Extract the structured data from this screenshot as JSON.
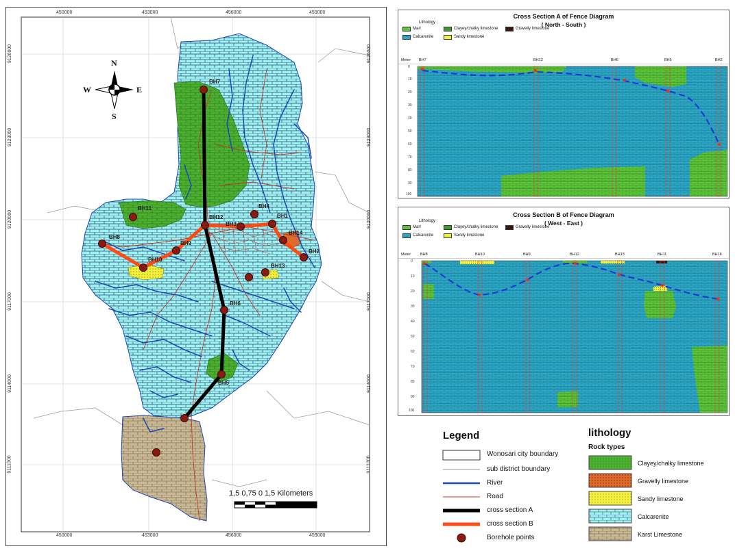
{
  "map": {
    "top_coords": [
      "450000",
      "453000",
      "456000",
      "459000"
    ],
    "bottom_coords": [
      "450000",
      "453000",
      "456000",
      "459000"
    ],
    "left_coords": [
      "9126000",
      "9123000",
      "9120000",
      "9117000",
      "9114000",
      "9111000"
    ],
    "right_coords": [
      "9126000",
      "9123000",
      "9120000",
      "9117000",
      "9114000",
      "9111000"
    ],
    "compass": {
      "n": "N",
      "s": "S",
      "e": "E",
      "w": "W"
    },
    "boreholes": [
      "BH7",
      "BH11",
      "BH12",
      "BH9",
      "BH8",
      "BH10",
      "BH3",
      "BH1",
      "BH4",
      "BH2",
      "BH14",
      "BH13",
      "BH6",
      "BH5"
    ],
    "scale_text": "1,5  0,75    0              1,5 Kilometers"
  },
  "section_a": {
    "title": "Cross Section A of  Fence Diagram",
    "subtitle": "( North - South )",
    "lith_caption": "Lithology :",
    "legend": [
      "Marl",
      "Clayey/chalky limestone",
      "Gravelly limestone",
      "Calcarenite",
      "Sandy limestone"
    ],
    "meter_label": "Meter",
    "boreholes": [
      "BH7",
      "BH12",
      "BH6",
      "BH5",
      "BH2"
    ],
    "depths": [
      "0",
      "10",
      "20",
      "30",
      "40",
      "50",
      "60",
      "70",
      "80",
      "90",
      "100"
    ]
  },
  "section_b": {
    "title": "Cross Section B of  Fence Diagram",
    "subtitle": "( West - East )",
    "lith_caption": "Lithology :",
    "legend": [
      "Marl",
      "Clayey/chalky limestone",
      "Gravelly limestone",
      "Calcarenite",
      "Sandy limestone"
    ],
    "meter_label": "Meter",
    "boreholes": [
      "BH8",
      "BH10",
      "BH9",
      "BH12",
      "BH13",
      "BH11",
      "BH16"
    ],
    "depths": [
      "0",
      "10",
      "20",
      "30",
      "40",
      "50",
      "60",
      "70",
      "80",
      "90",
      "100"
    ]
  },
  "legend": {
    "title": "Legend",
    "items": [
      "Wonosari city boundary",
      "sub district boundary",
      "River",
      "Road",
      "cross section  A",
      "cross section  B",
      "Borehole points"
    ]
  },
  "lithology": {
    "title": "lithology",
    "subtitle": "Rock types",
    "items": [
      "Clayey/chalky limestone",
      "Gravelly limestone",
      "Sandy limestone",
      "Calcarenite",
      "Karst Limestone"
    ]
  },
  "colors": {
    "calcarenite": "#9ff0f0",
    "clayey": "#4caf30",
    "karst": "#c9b896",
    "sandy": "#f2ef3e",
    "gravelly": "#e06a2a",
    "river": "#1a46b8",
    "road": "#c0392b",
    "section_a": "#000000",
    "section_b": "#ff4a14",
    "borehole": "#8b1a10",
    "xs_calcarenite": "#2aa6c4",
    "xs_marl": "#5cc23a"
  }
}
